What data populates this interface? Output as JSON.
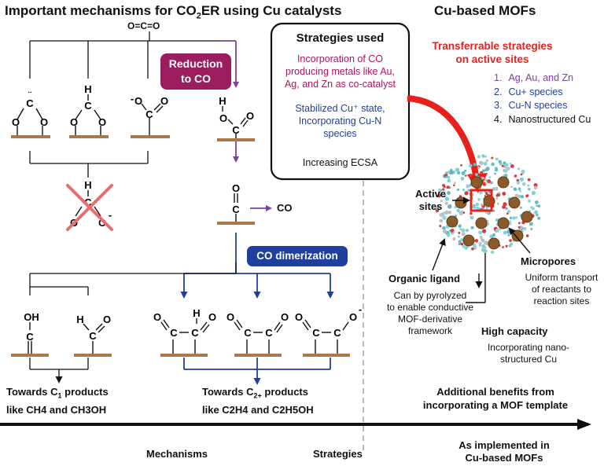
{
  "titles": {
    "left_pre": "Important mechanisms for CO",
    "left_sub": "2",
    "left_post": "ER using Cu catalysts",
    "right": "Cu-based MOFs"
  },
  "mechanism": {
    "co2": "O=C=O",
    "reduction_line1": "Reduction",
    "reduction_line2": "to CO",
    "dimerization": "CO dimerization",
    "co_product": "CO",
    "c1_line1_pre": "Towards C",
    "c1_line1_sub": "1",
    "c1_line1_post": " products",
    "c1_line2": "like CH4 and CH3OH",
    "c2_line1_pre": "Towards C",
    "c2_line1_sub": "2+",
    "c2_line1_post": " products",
    "c2_line2": "like C2H4 and C2H5OH"
  },
  "strategies": {
    "title": "Strategies used",
    "item1_line1": "Incorporation of CO",
    "item1_line2": "producing metals like Au,",
    "item1_line3": "Ag, and Zn as co-catalyst",
    "item2_line1": "Stabilized Cu⁺ state,",
    "item2_line2": "Incorporating Cu-N",
    "item2_line3": "species",
    "item3": "Increasing ECSA",
    "color_item1": "#b0145e",
    "color_item2": "#1f3fa0"
  },
  "mof": {
    "transfer_line1": "Transferrable strategies",
    "transfer_line2": "on active sites",
    "list": [
      {
        "num": "1.",
        "text": "Ag, Au, and Zn",
        "color": "#7b3fa6"
      },
      {
        "num": "2.",
        "text": "Cu+ species",
        "color": "#1f3fa0"
      },
      {
        "num": "3.",
        "text": "Cu-N species",
        "color": "#1f3fa0"
      },
      {
        "num": "4.",
        "text": "Nanostructured Cu",
        "color": "#111111"
      }
    ],
    "active_sites_line1": "Active",
    "active_sites_line2": "sites",
    "micropores": "Micropores",
    "micropores_desc1": "Uniform transport",
    "micropores_desc2": "of reactants to",
    "micropores_desc3": "reaction sites",
    "organic_ligand": "Organic ligand",
    "ligand_desc1": "Can by pyrolyzed",
    "ligand_desc2": "to enable conductive",
    "ligand_desc3": "MOF-derivative",
    "ligand_desc4": "framework",
    "high_capacity": "High capacity",
    "capacity_desc1": "Incorporating nano-",
    "capacity_desc2": "structured Cu",
    "benefits_line1": "Additional benefits from",
    "benefits_line2": "incorporating a MOF template"
  },
  "axis": {
    "mechanisms": "Mechanisms",
    "strategies": "Strategies",
    "implemented_line1": "As implemented in",
    "implemented_line2": "Cu-based MOFs"
  },
  "colors": {
    "purple": "#7b3fa6",
    "magenta_box": "#9b1c5f",
    "blue": "#1f3fa0",
    "blue_box": "#1e3f9e",
    "surface": "#a8784a",
    "red": "#e8201a"
  }
}
